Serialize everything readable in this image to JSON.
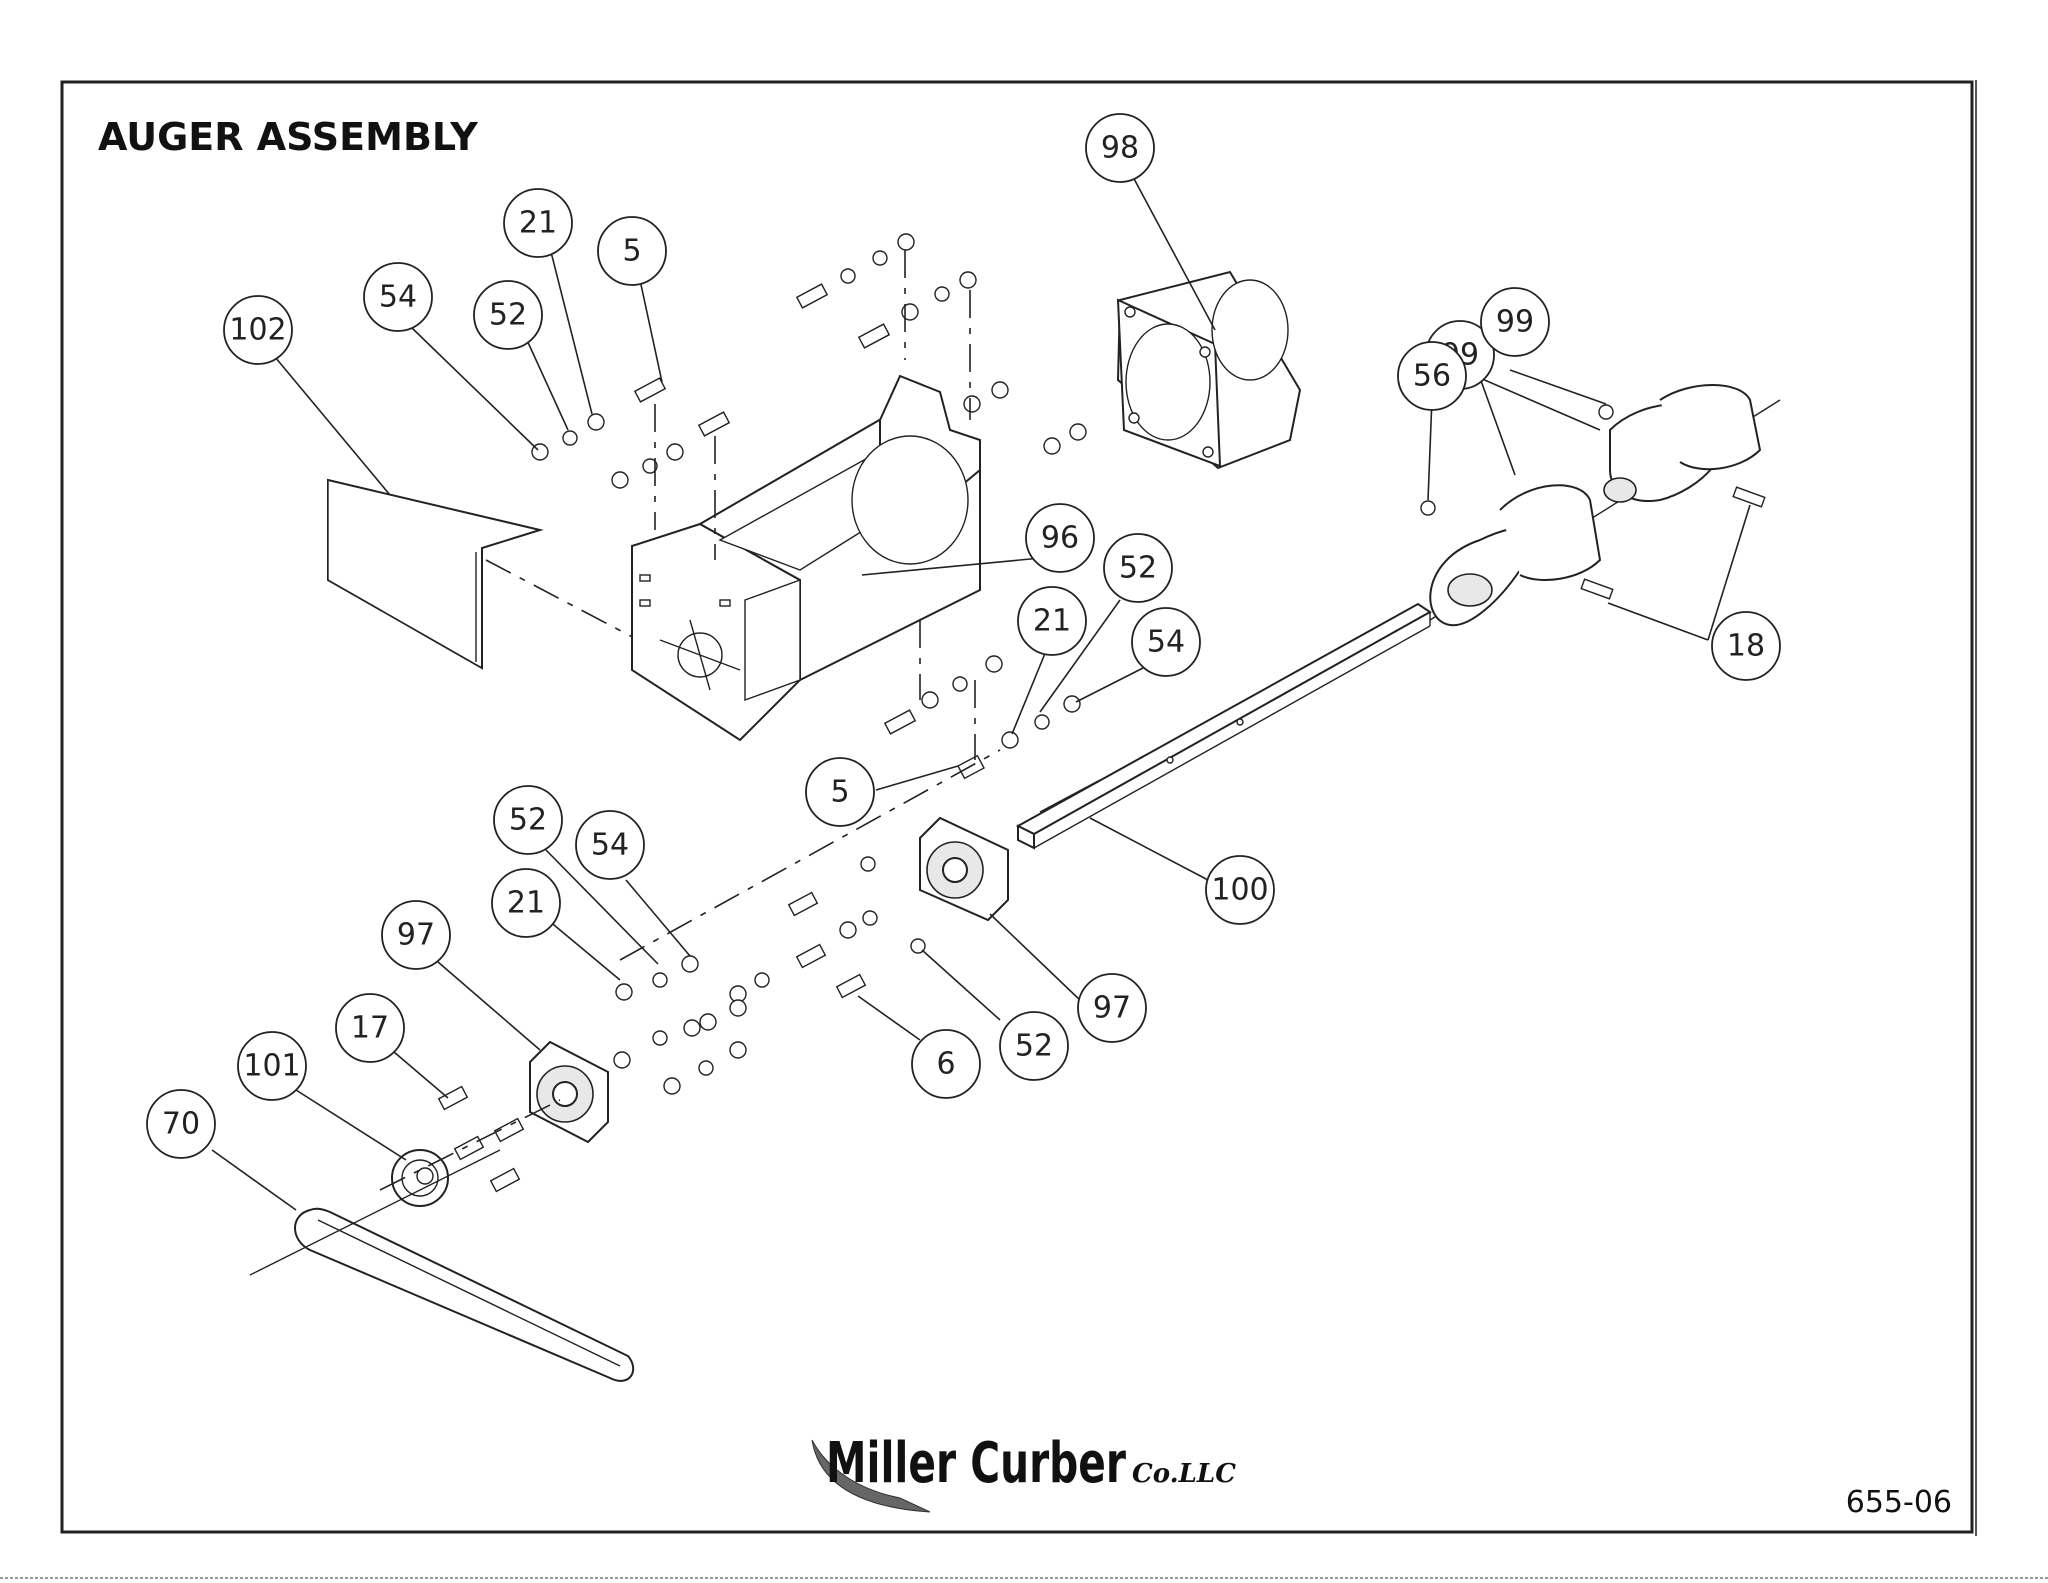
{
  "title": "AUGER ASSEMBLY",
  "drawing_number": "655-06",
  "logo": {
    "main": "Miller Curber",
    "suffix": "Co.LLC"
  },
  "balloons": [
    {
      "id": "b102",
      "label": "102"
    },
    {
      "id": "b54a",
      "label": "54"
    },
    {
      "id": "b52a",
      "label": "52"
    },
    {
      "id": "b21a",
      "label": "21"
    },
    {
      "id": "b5a",
      "label": "5"
    },
    {
      "id": "b98",
      "label": "98"
    },
    {
      "id": "b99a",
      "label": "99"
    },
    {
      "id": "b99b",
      "label": "99"
    },
    {
      "id": "b56",
      "label": "56"
    },
    {
      "id": "b96",
      "label": "96"
    },
    {
      "id": "b52b",
      "label": "52"
    },
    {
      "id": "b21b",
      "label": "21"
    },
    {
      "id": "b54b",
      "label": "54"
    },
    {
      "id": "b18",
      "label": "18"
    },
    {
      "id": "b5b",
      "label": "5"
    },
    {
      "id": "b52c",
      "label": "52"
    },
    {
      "id": "b54c",
      "label": "54"
    },
    {
      "id": "b21c",
      "label": "21"
    },
    {
      "id": "b97a",
      "label": "97"
    },
    {
      "id": "b100",
      "label": "100"
    },
    {
      "id": "b17",
      "label": "17"
    },
    {
      "id": "b101",
      "label": "101"
    },
    {
      "id": "b70",
      "label": "70"
    },
    {
      "id": "b97b",
      "label": "97"
    },
    {
      "id": "b6",
      "label": "6"
    },
    {
      "id": "b52d",
      "label": "52"
    }
  ]
}
